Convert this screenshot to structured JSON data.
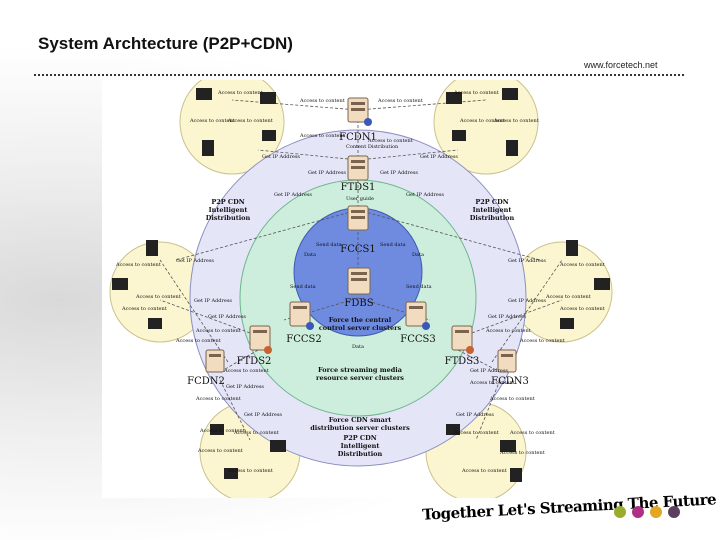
{
  "title": "System Archtecture (P2P+CDN)",
  "url": "www.forcetech.net",
  "slogan": "Together Let's Streaming The Future",
  "colors": {
    "dots": [
      "#9aab2e",
      "#b02f86",
      "#e2a623",
      "#5b3f5f"
    ]
  },
  "diagram": {
    "nodes": {
      "fcdn_top": "FCDN1",
      "ftds_top": "FTDS1",
      "fccs1": "FCCS1",
      "fdbs": "FDBS",
      "fccs2": "FCCS2",
      "fccs3": "FCCS3",
      "ftds2": "FTDS2",
      "ftds3": "FTDS3",
      "fcdn2": "FCDN2",
      "fcdn3": "FCDN3"
    },
    "rings": {
      "p2p_left": [
        "P2P CDN",
        "Intelligent",
        "Distribution"
      ],
      "p2p_right": [
        "P2P CDN",
        "Intelligent",
        "Distribution"
      ],
      "p2p_bottom": [
        "P2P CDN",
        "Intelligent",
        "Distribution"
      ],
      "cdn_smart": [
        "Force CDN smart",
        "distribution server clusters"
      ],
      "streaming": [
        "Force streaming media",
        "resource server clusters"
      ],
      "central": [
        "Force the central",
        "control server clusters"
      ]
    },
    "edge_labels": {
      "access_to_content": "Access to content",
      "get_ip_address": "Get IP Address",
      "content_distribution": "Content Distribution",
      "user_guide": "User guide",
      "send_data": "Send data",
      "data": "Data"
    }
  }
}
